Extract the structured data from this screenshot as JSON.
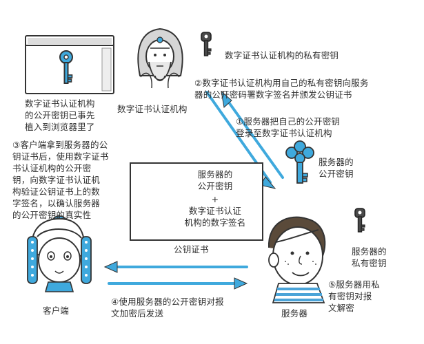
{
  "labels": {
    "ca_key_label": "数字证书认证机构的私有密钥",
    "step2": "②数字证书认证机构用自己的私有密钥向服务\n器的公开密码署数字签名并颁发公钥证书",
    "ca_name": "数字证书认证机构",
    "browser_key_note": "数字证书认证机构\n的公开密钥已事先\n植入到浏览器里了",
    "step1": "①服务器把自己的公开密钥\n登录至数字证书认证机构",
    "server_public_key": "服务器的\n公开密钥",
    "step3": "③客户端拿到服务器的公\n钥证书后，使用数字证书\n书认证机构的公开密\n钥，向数字证书认证机\n构验证公钥证书上的数\n字签名，以确认服务器\n的公开密钥的真实性",
    "cert_content_top": "服务器的\n公开密钥",
    "cert_plus": "+",
    "cert_content_bottom": "数字证书认证\n机构的数字签名",
    "cert_title": "公钥证书",
    "server_private_key": "服务器的\n私有密钥",
    "step4": "④使用服务器的公开密钥对报\n文加密后发送",
    "step5": "⑤服务器用私\n有密钥对报\n文解密",
    "client": "客户端",
    "server": "服务器"
  },
  "colors": {
    "accent_blue": "#3fa9dd",
    "ink": "#2f2f2f",
    "key_gray": "#4a4a4a",
    "stripe_blue": "#4aa3d8"
  },
  "icons": [
    "browser-window-icon",
    "blue-key-icon",
    "gray-key-icon",
    "ca-figure",
    "client-girl-figure",
    "server-boy-figure"
  ]
}
